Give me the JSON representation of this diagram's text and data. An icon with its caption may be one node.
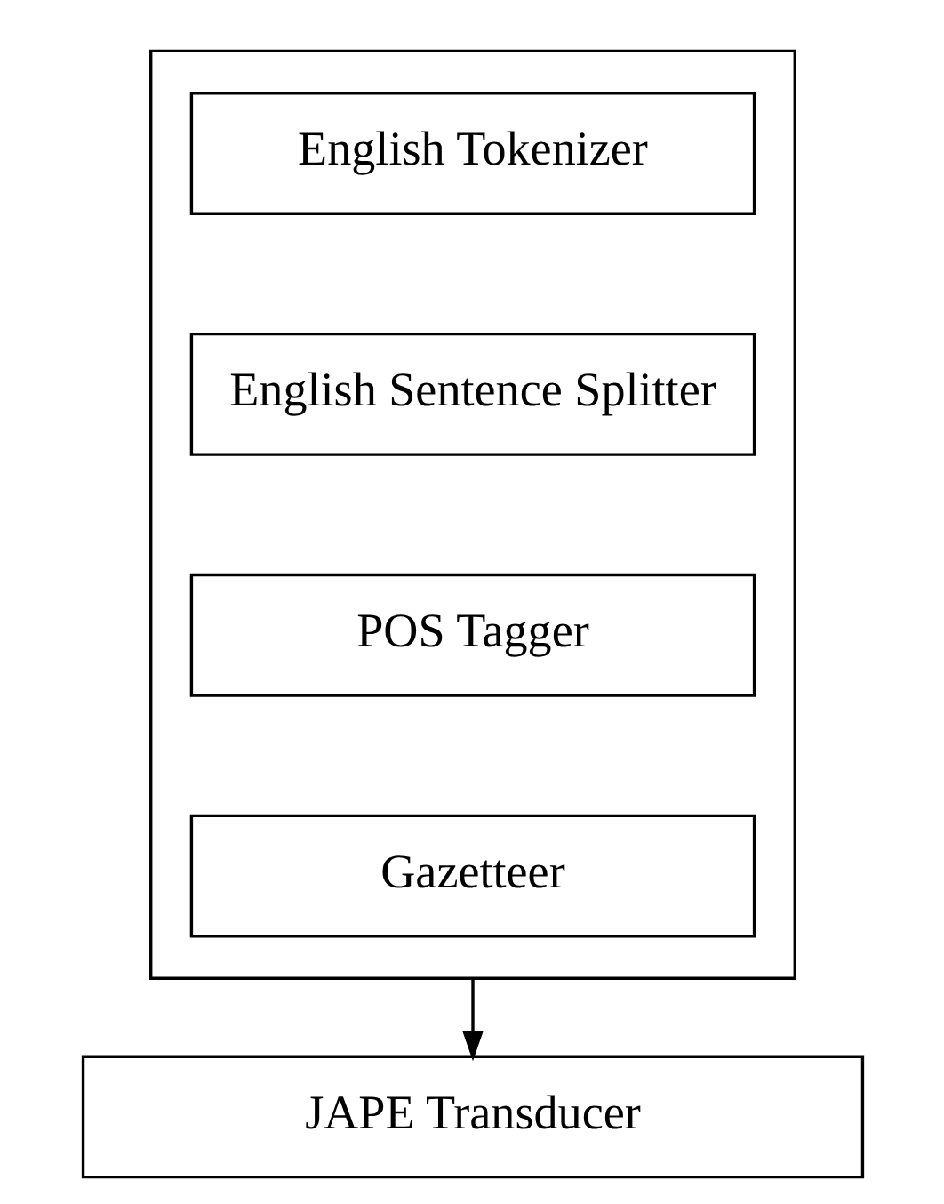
{
  "diagram": {
    "nodes": [
      {
        "text": [],
        "shape": "box"
      },
      {
        "text": [
          "English Tokenizer"
        ],
        "in": 0
      },
      {
        "text": [
          "English Sentence Splitter"
        ],
        "in": 0
      },
      {
        "text": [
          "POS Tagger"
        ],
        "in": 0
      },
      {
        "text": [
          "Gazetteer"
        ],
        "in": 0
      },
      {
        "text": [
          "JAPE Transducer"
        ]
      }
    ],
    "edges": [
      {
        "from": 0,
        "to": 5,
        "arrow": "to"
      }
    ]
  }
}
